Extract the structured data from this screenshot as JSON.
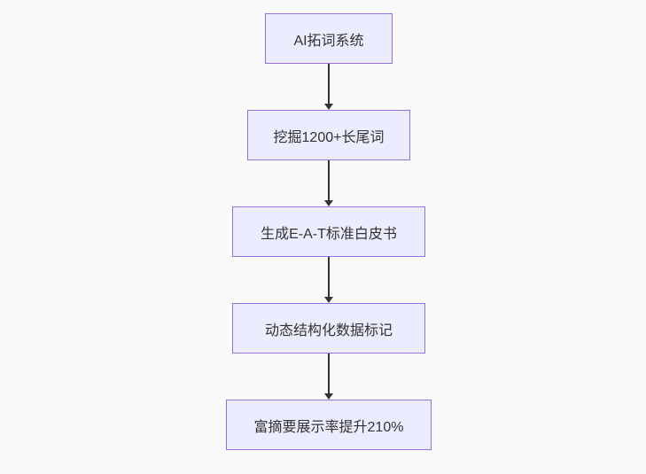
{
  "canvas": {
    "background_color": "#fafafa"
  },
  "flowchart": {
    "type": "flowchart",
    "direction": "top-down",
    "style": {
      "node_fill": "#ECECFF",
      "node_border": "#9370DB",
      "node_text_color": "#333333",
      "arrow_color": "#333333"
    },
    "nodes": [
      {
        "id": "n1",
        "label": "AI拓词系统"
      },
      {
        "id": "n2",
        "label": "挖掘1200+长尾词"
      },
      {
        "id": "n3",
        "label": "生成E-A-T标准白皮书"
      },
      {
        "id": "n4",
        "label": "动态结构化数据标记"
      },
      {
        "id": "n5",
        "label": "富摘要展示率提升210%"
      }
    ],
    "edges": [
      {
        "from": "n1",
        "to": "n2"
      },
      {
        "from": "n2",
        "to": "n3"
      },
      {
        "from": "n3",
        "to": "n4"
      },
      {
        "from": "n4",
        "to": "n5"
      }
    ]
  }
}
